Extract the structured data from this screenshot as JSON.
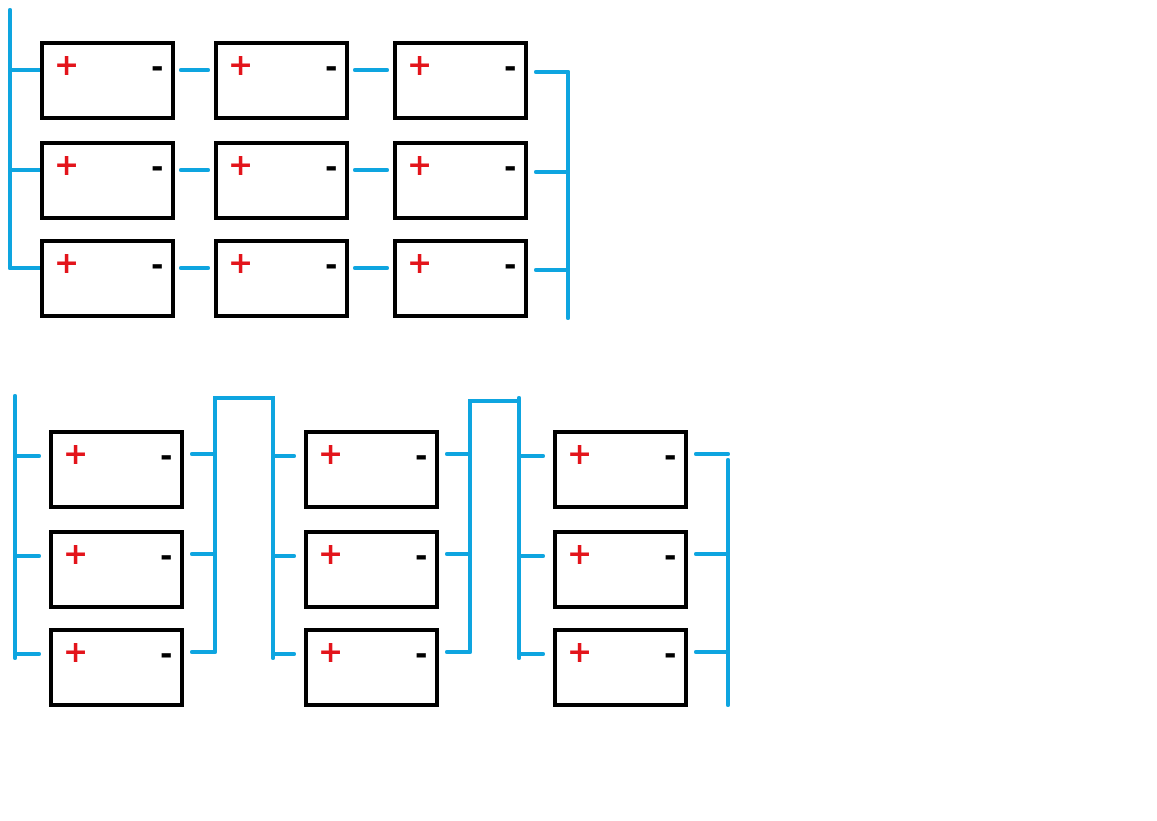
{
  "colors": {
    "wire": "#0ea5e0",
    "outline": "#000000",
    "positive": "#e3141b",
    "negative": "#000000",
    "background": "#ffffff"
  },
  "terminals": {
    "positive": "+",
    "negative": "-"
  },
  "diagrams": [
    {
      "id": "series-strings-in-parallel",
      "rows": 3,
      "cols": 3
    },
    {
      "id": "parallel-groups-in-series",
      "rows": 3,
      "cols": 3
    }
  ]
}
